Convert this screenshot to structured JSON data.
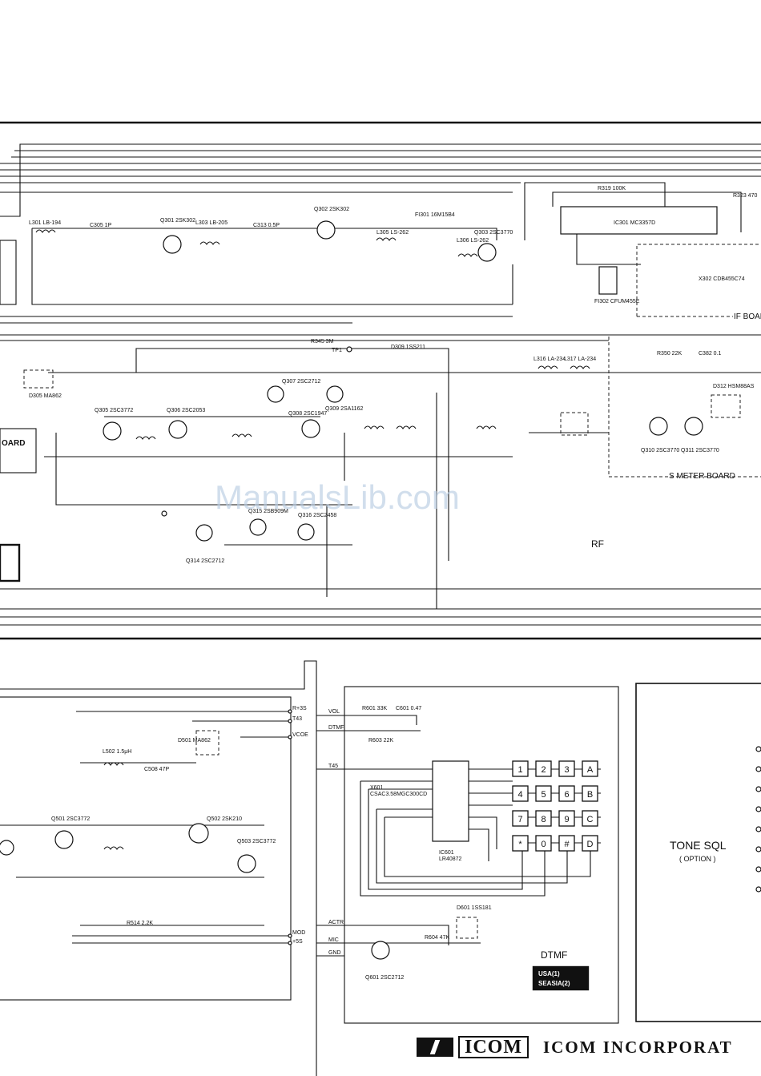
{
  "labels": {
    "rf_section": "RF",
    "s_meter_board": "S METER BOARD",
    "if_board": "IF BOARD",
    "board_fragment": "OARD",
    "dtmf_title": "DTMF",
    "dtmf_versions": "USA(1)\nSEASIA(2)",
    "tone_sql_title": "TONE SQL",
    "tone_sql_sub": "( OPTION )",
    "watermark": "ManualsLib.com",
    "ic301": "IC301  MC3357D",
    "ic601": "IC601\nLR40872",
    "x601": "X601\nCSAC3.58MGC300CD",
    "q301": "Q301 2SK302",
    "q302": "Q302 2SK302",
    "q303": "Q303 2SC3770",
    "q305": "Q305 2SC3772",
    "q306": "Q306 2SC2053",
    "q307": "Q307 2SC2712",
    "q308": "Q308 2SC1947",
    "q309": "Q309 2SA1162",
    "q310": "Q310 2SC3770",
    "q311": "Q311 2SC3770",
    "q314": "Q314 2SC2712",
    "q315": "Q315 2SB909M",
    "q316": "Q316 2SC2458",
    "q501": "Q501 2SC3772",
    "q502": "Q502 2SK210",
    "q503": "Q503 2SC3772",
    "q601": "Q601 2SC2712",
    "fi301": "FI301 16M15B4",
    "fi302": "FI302 CFUM455E",
    "x302": "X302 CDB455C74",
    "d305": "D305 MA862",
    "d309": "D309 1SS211",
    "d312": "D312 HSM88AS",
    "d501": "D501 MA862",
    "d601": "D601 1SS181",
    "r319": "R319 100K",
    "r323": "R323 470",
    "r345": "R345 3M",
    "r350": "R350 22K",
    "c382": "C382 0.1",
    "tp1": "TP1",
    "c305": "C305 1P",
    "c313": "C313 0.5P",
    "l301": "L301 LB-194",
    "l303": "L303 LB-205",
    "l305": "L305 LS-262",
    "l306": "L306 LS-262",
    "l316": "L316 LA-234",
    "l317": "L317 LA-234",
    "l502": "L502 1.5μH",
    "c508": "C508 47P",
    "r601": "R601 33K",
    "c601": "C601 0.47",
    "r603": "R603 22K",
    "r604": "R604 47K",
    "r514": "R514 2.2K",
    "pins": {
      "r35": "R+3S",
      "t43": "T43",
      "vcoe": "VCOE",
      "mod": "MOD",
      "s5": "+5S",
      "vol": "VOL",
      "dtmf": "DTMF",
      "t45": "T45",
      "actr": "ACTR",
      "mic": "MIC",
      "gnd": "GND"
    }
  },
  "keypad": [
    "1",
    "2",
    "3",
    "A",
    "4",
    "5",
    "6",
    "B",
    "7",
    "8",
    "9",
    "C",
    "*",
    "0",
    "#",
    "D"
  ],
  "footer": {
    "brand": "ICOM",
    "company": "ICOM INCORPORAT"
  }
}
